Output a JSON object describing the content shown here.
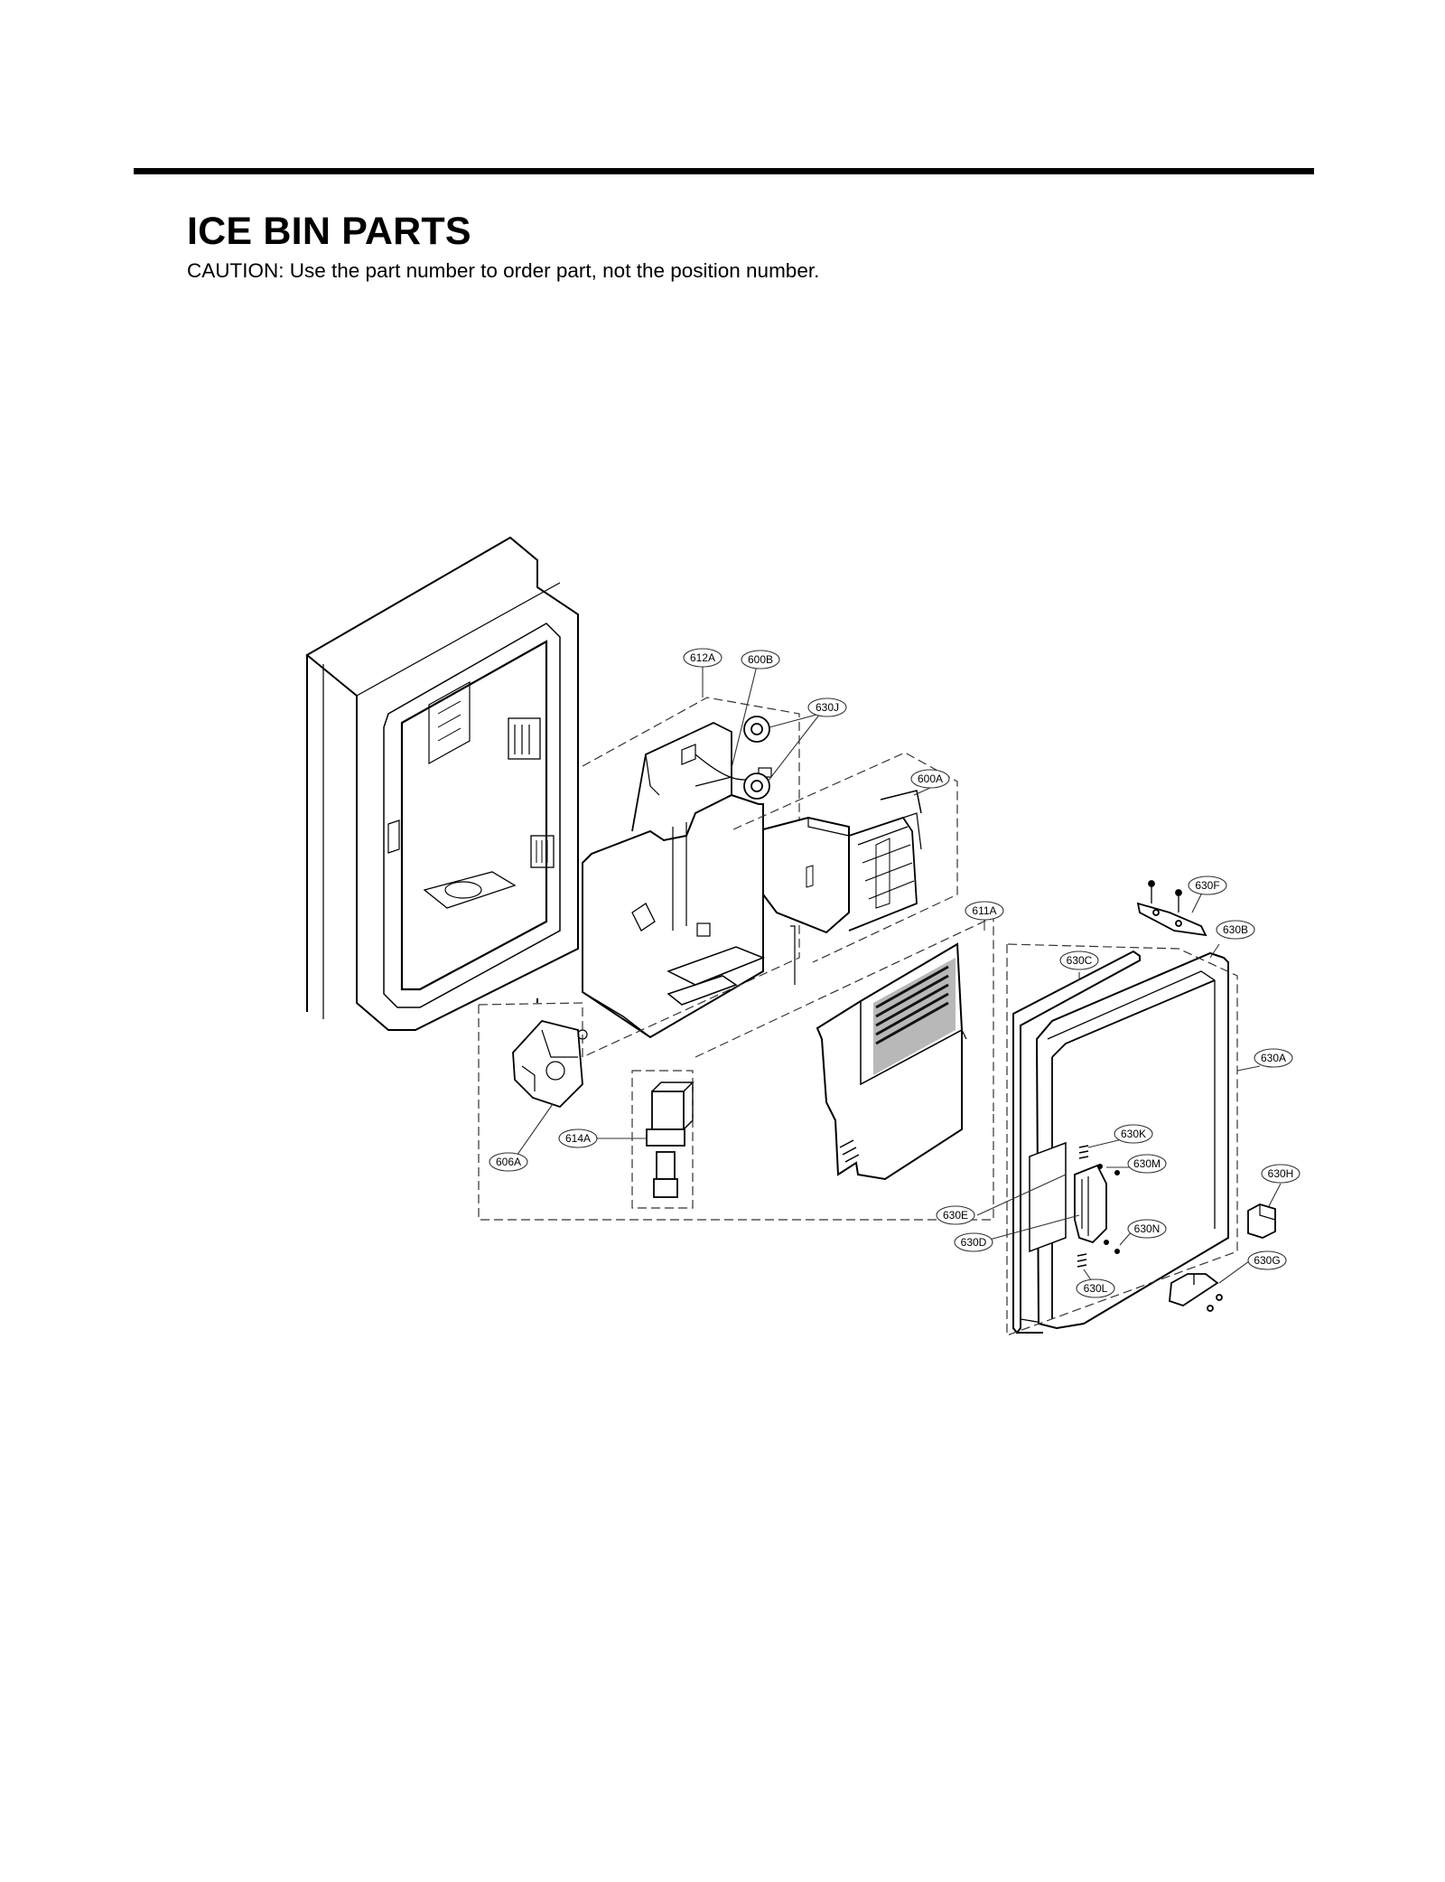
{
  "page": {
    "title": "ICE BIN PARTS",
    "caution": "CAUTION: Use the part number to order part, not the position number."
  },
  "diagram": {
    "callouts": [
      "612A",
      "600B",
      "630J",
      "600A",
      "630F",
      "630B",
      "611A",
      "630C",
      "630A",
      "630K",
      "630M",
      "630H",
      "606A",
      "614A",
      "630E",
      "630D",
      "630N",
      "630G",
      "630L"
    ]
  }
}
